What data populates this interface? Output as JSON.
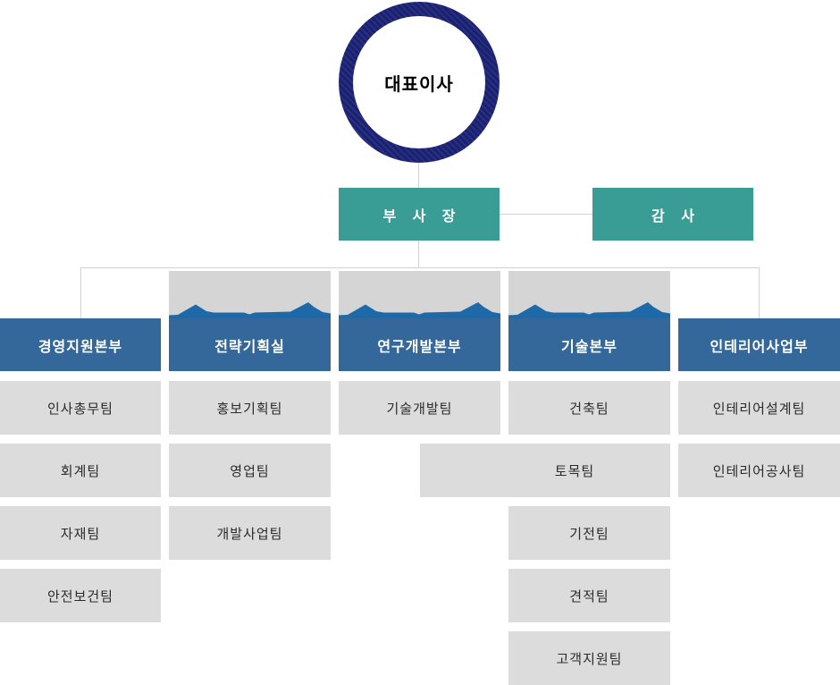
{
  "title": "조직도",
  "ceo": {
    "label": "대표이사"
  },
  "vice_president": {
    "label": "부 사 장"
  },
  "auditor": {
    "label": "감 사"
  },
  "divisions": [
    {
      "label": "경영지원본부",
      "decorated": false,
      "teams": [
        "인사총무팀",
        "회계팀",
        "자재팀",
        "안전보건팀"
      ]
    },
    {
      "label": "전략기획실",
      "decorated": true,
      "teams": [
        "홍보기획팀",
        "영업팀",
        "개발사업팀"
      ]
    },
    {
      "label": "연구개발본부",
      "decorated": true,
      "teams": [
        "기술개발팀"
      ]
    },
    {
      "label": "기술본부",
      "decorated": true,
      "teams": [
        "건축팀",
        "토목팀",
        "기전팀",
        "견적팀",
        "고객지원팀"
      ]
    },
    {
      "label": "인테리어사업부",
      "decorated": false,
      "teams": [
        "인테리어설계팀",
        "인테리어공사팀"
      ]
    }
  ],
  "colors": {
    "navy_ring": "#1b2171",
    "teal_executive": "#3a9d95",
    "header_blue": "#35689a",
    "mountain_blue": "#1e6aa8",
    "backdrop_gray": "#d5d5d5",
    "team_gray": "#dcdcdc",
    "connector_gray": "#d2d2d2"
  }
}
